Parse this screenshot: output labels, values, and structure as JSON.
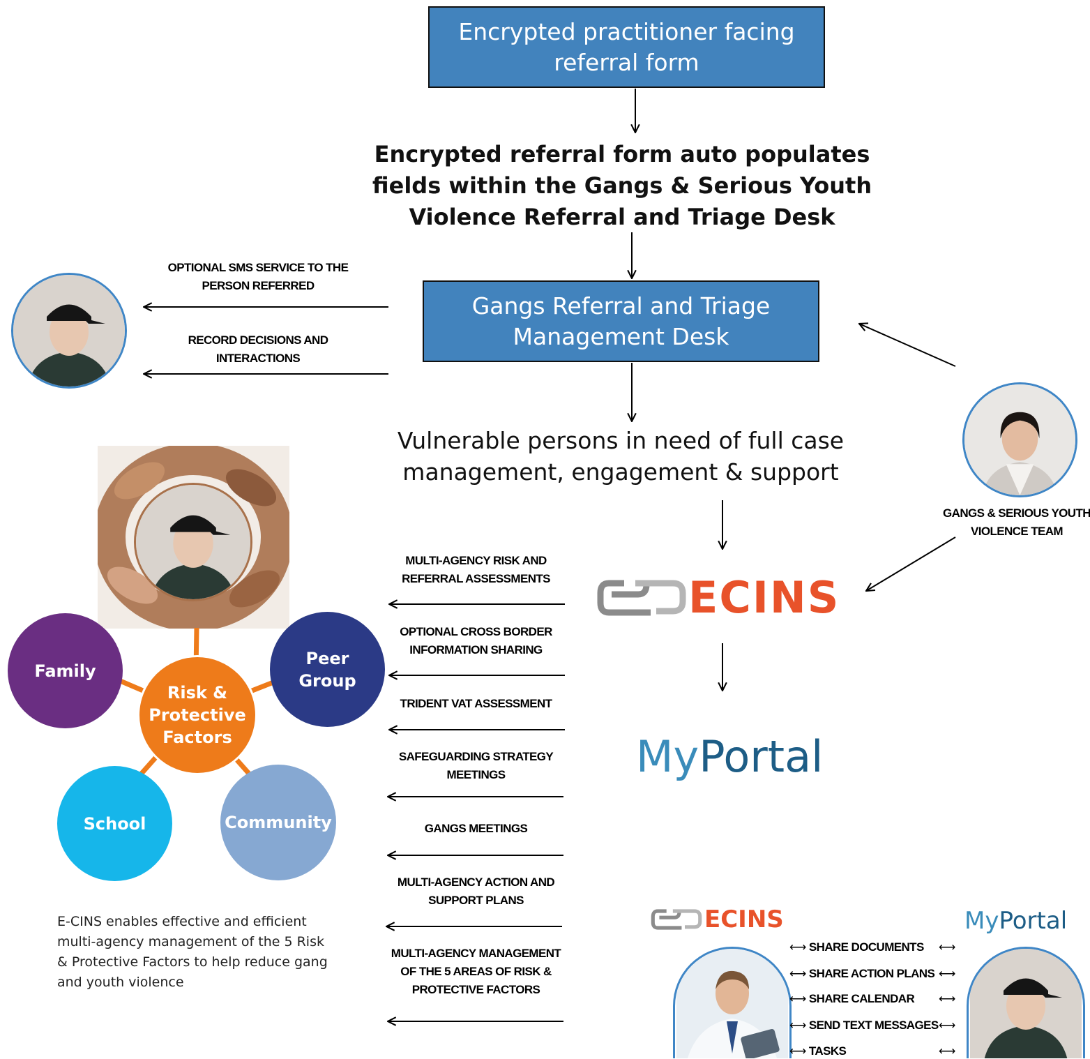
{
  "top_box": "Encrypted practitioner facing referral form",
  "auto_populate": "Encrypted referral form auto populates fields within the Gangs & Serious Youth Violence Referral and Triage Desk",
  "triage_box": "Gangs Referral and Triage Management Desk",
  "vulnerable": "Vulnerable persons in need of full case management, engagement & support",
  "left_labels": {
    "sms": "OPTIONAL SMS SERVICE TO THE PERSON REFERRED",
    "record": "RECORD DECISIONS AND INTERACTIONS"
  },
  "team_label": "GANGS & SERIOUS YOUTH VIOLENCE TEAM",
  "ecins_logo": "ECINS",
  "myportal_logo": {
    "my": "My",
    "portal": "Portal"
  },
  "middle_labels": [
    "MULTI-AGENCY RISK AND REFERRAL ASSESSMENTS",
    "OPTIONAL CROSS BORDER INFORMATION SHARING",
    "TRIDENT VAT ASSESSMENT",
    "SAFEGUARDING STRATEGY MEETINGS",
    "GANGS MEETINGS",
    "MULTI-AGENCY ACTION AND SUPPORT PLANS",
    "MULTI-AGENCY MANAGEMENT OF THE 5 AREAS OF RISK & PROTECTIVE FACTORS"
  ],
  "factors": {
    "center": "Risk & Protective Factors",
    "family": "Family",
    "peer": "Peer Group",
    "school": "School",
    "community": "Community"
  },
  "factor_colors": {
    "center": "#ee7b1a",
    "family": "#6a2e82",
    "peer": "#2b3a86",
    "school": "#16b6ea",
    "community": "#86a8d2",
    "connector": "#ee7b1a"
  },
  "description": "E-CINS enables effective and efficient multi-agency management of the 5 Risk & Protective Factors to help reduce gang and youth violence",
  "share_items": [
    "SHARE DOCUMENTS",
    "SHARE ACTION PLANS",
    "SHARE CALENDAR",
    "SEND TEXT MESSAGES",
    "TASKS"
  ],
  "colors": {
    "box_blue": "#4283bd",
    "ecins_orange": "#e8522a",
    "ecins_green": "#3a9a3f",
    "myportal_blue": "#3a8cba"
  }
}
